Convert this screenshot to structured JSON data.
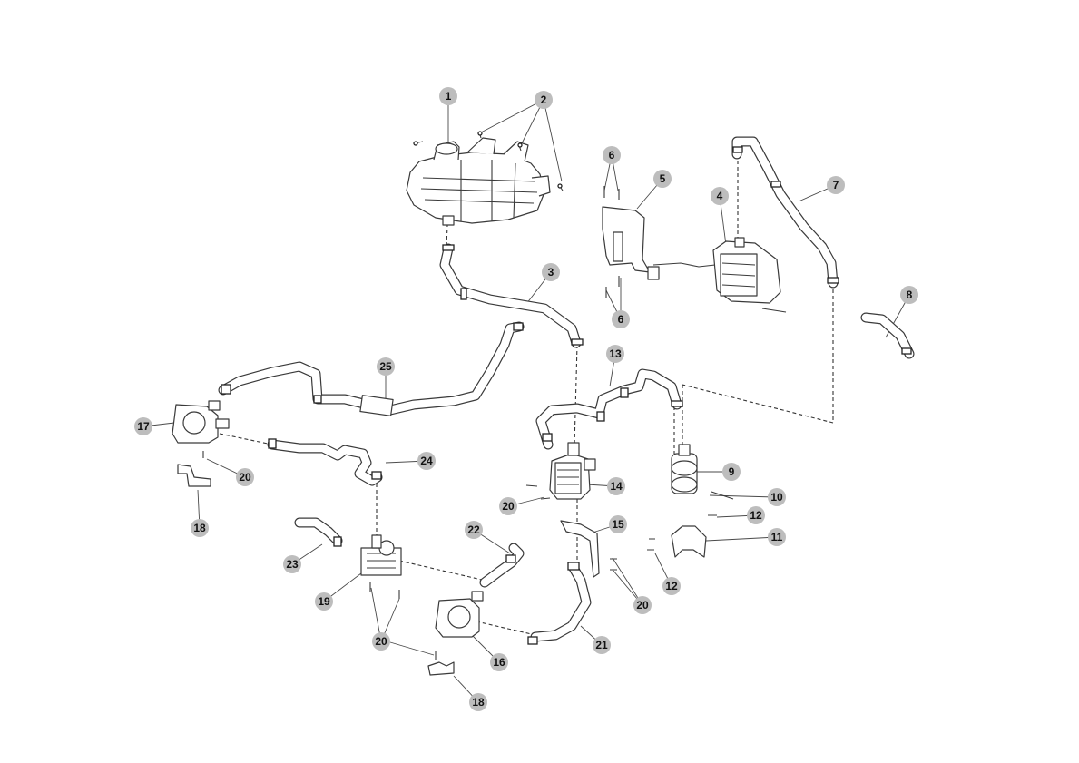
{
  "diagram": {
    "callouts": [
      "1",
      "2",
      "3",
      "4",
      "5",
      "6",
      "6",
      "7",
      "8",
      "9",
      "10",
      "11",
      "12",
      "12",
      "13",
      "14",
      "15",
      "16",
      "17",
      "18",
      "18",
      "19",
      "20",
      "20",
      "20",
      "20",
      "21",
      "22",
      "23",
      "24",
      "25"
    ]
  },
  "colors": {
    "badge": "#bdbdbd",
    "line": "#3a3a3a"
  }
}
